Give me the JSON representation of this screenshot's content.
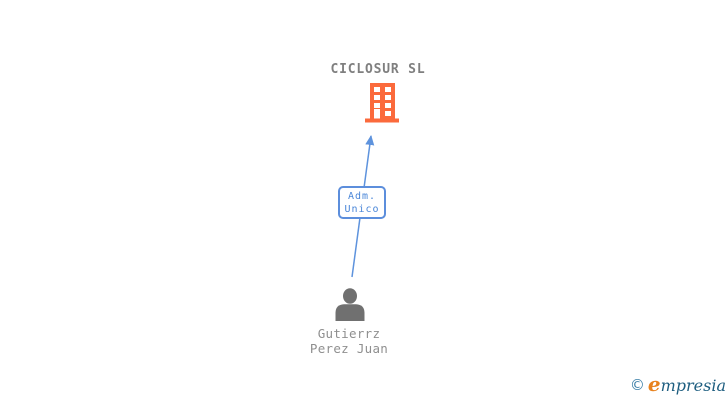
{
  "canvas": {
    "background": "#ffffff"
  },
  "company": {
    "name": "CICLOSUR SL",
    "icon": "building-icon",
    "icon_color": "#fb6a3c",
    "name_color": "#7f7f7f"
  },
  "relationship": {
    "line1": "Adm.",
    "line2": "Unico",
    "box_border_color": "#5c8edc",
    "text_color": "#4a86d8",
    "arrow_color": "#5e93dd"
  },
  "person": {
    "line1": "Gutierrz",
    "line2": "Perez Juan",
    "icon": "person-icon",
    "icon_color": "#707070",
    "text_color": "#8f8f8f"
  },
  "footer": {
    "copyright": "©",
    "brand_initial": "e",
    "brand_rest": "mpresia",
    "copyright_color": "#3b7fa8",
    "brand_initial_color": "#e8821e",
    "brand_rest_color": "#1e5e80"
  }
}
